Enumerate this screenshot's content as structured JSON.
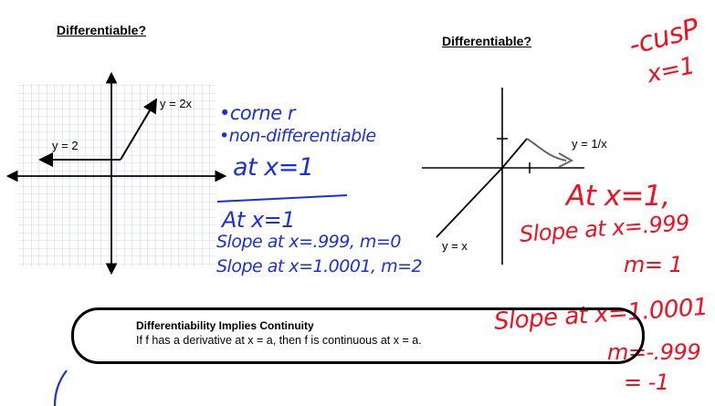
{
  "headings": {
    "left": "Differentiable?",
    "right": "Differentiable?"
  },
  "left_graph": {
    "label_y2": "y = 2",
    "label_y2x": "y = 2x"
  },
  "right_graph": {
    "label_inv": "y = 1/x",
    "label_x": "y = x"
  },
  "notes_blue": {
    "line1": "•corne r",
    "line2": "•non-differentiable",
    "line3": "at x=1",
    "line4": "At x=1",
    "line5": "Slope at x=.999, m=0",
    "line6": "Slope at x=1.0001, m=2"
  },
  "notes_red": {
    "cusp": "-cusP",
    "cusp_x": "x=1",
    "at": "At x=1,",
    "slope1": "Slope at x=.999",
    "slope1_m": "m= 1",
    "slope2": "Slope at x=1.0001",
    "slope2_m": "m=-.999",
    "slope2_eq": "= -1"
  },
  "theorem": {
    "title": "Differentiability Implies Continuity",
    "body": "If f has a derivative at x = a, then f is continuous at x = a."
  },
  "colors": {
    "ink_blue": "#1a2fe0",
    "ink_red": "#f20f1f",
    "grid": "#c6c8ee"
  }
}
